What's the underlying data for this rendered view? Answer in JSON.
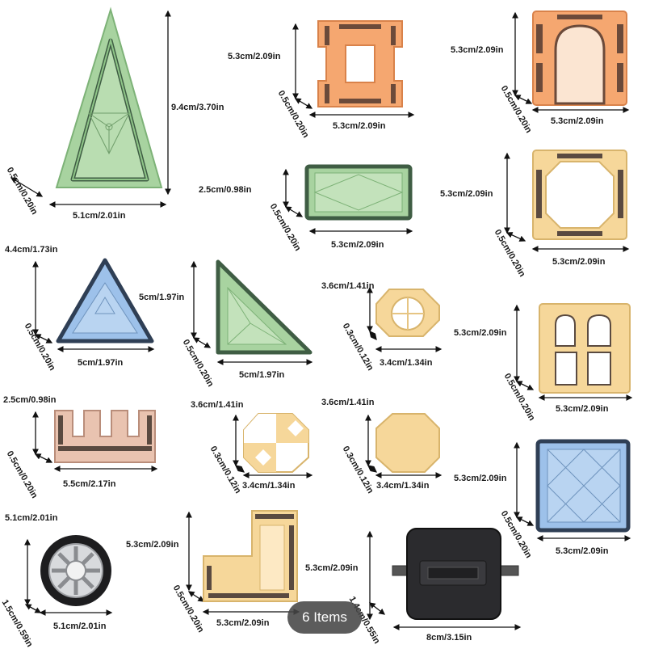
{
  "labels": {
    "tri_tall_h": "9.4cm/3.70in",
    "tri_tall_t": "0.5cm/0.20in",
    "tri_tall_w": "5.1cm/2.01in",
    "h_piece_h": "5.3cm/2.09in",
    "h_piece_t": "0.5cm/0.20in",
    "h_piece_w": "5.3cm/2.09in",
    "arch_h": "5.3cm/2.09in",
    "arch_t": "0.5cm/0.20in",
    "arch_w": "5.3cm/2.09in",
    "rect_h": "2.5cm/0.98in",
    "rect_t": "0.5cm/0.20in",
    "rect_w": "5.3cm/2.09in",
    "window_h": "5.3cm/2.09in",
    "window_t": "0.5cm/0.20in",
    "window_w": "5.3cm/2.09in",
    "blue_tri_h": "4.4cm/1.73in",
    "blue_tri_t": "0.5cm/0.20in",
    "blue_tri_w": "5cm/1.97in",
    "right_tri_h": "5cm/1.97in",
    "right_tri_t": "0.5cm/0.20in",
    "right_tri_w": "5cm/1.97in",
    "ring_h": "3.6cm/1.41in",
    "ring_t": "0.3cm/0.12in",
    "ring_w": "3.4cm/1.34in",
    "four_window_h": "5.3cm/2.09in",
    "four_window_t": "0.5cm/0.20in",
    "four_window_w": "5.3cm/2.09in",
    "crown_h": "2.5cm/0.98in",
    "crown_t": "0.5cm/0.20in",
    "crown_w": "5.5cm/2.17in",
    "oct_pattern_h": "3.6cm/1.41in",
    "oct_pattern_t": "0.3cm/0.12in",
    "oct_pattern_w": "3.4cm/1.34in",
    "oct_plain_h": "3.6cm/1.41in",
    "oct_plain_t": "0.3cm/0.12in",
    "oct_plain_w": "3.4cm/1.34in",
    "blue_square_h": "5.3cm/2.09in",
    "blue_square_t": "0.5cm/0.20in",
    "blue_square_w": "5.3cm/2.09in",
    "wheel_h": "5.1cm/2.01in",
    "wheel_t": "1.5cm/0.59in",
    "wheel_w": "5.1cm/2.01in",
    "l_piece_h": "5.3cm/2.09in",
    "l_piece_t": "0.5cm/0.20in",
    "l_piece_w": "5.3cm/2.09in",
    "axle_h": "5.3cm/2.09in",
    "axle_t": "1.4cm/0.55in",
    "axle_w": "8cm/3.15in"
  },
  "badge": {
    "text": "6 Items"
  },
  "colors": {
    "green": "#a8d3a0",
    "green_dark": "#3f5d44",
    "orange": "#f5a770",
    "orange_dark": "#6b4a3a",
    "cream": "#f6d79a",
    "cream_dark": "#5a4a40",
    "blue": "#9dc1ea",
    "blue_dark": "#2f3f55",
    "pink": "#e9c3b0",
    "black": "#2b2b2e"
  }
}
